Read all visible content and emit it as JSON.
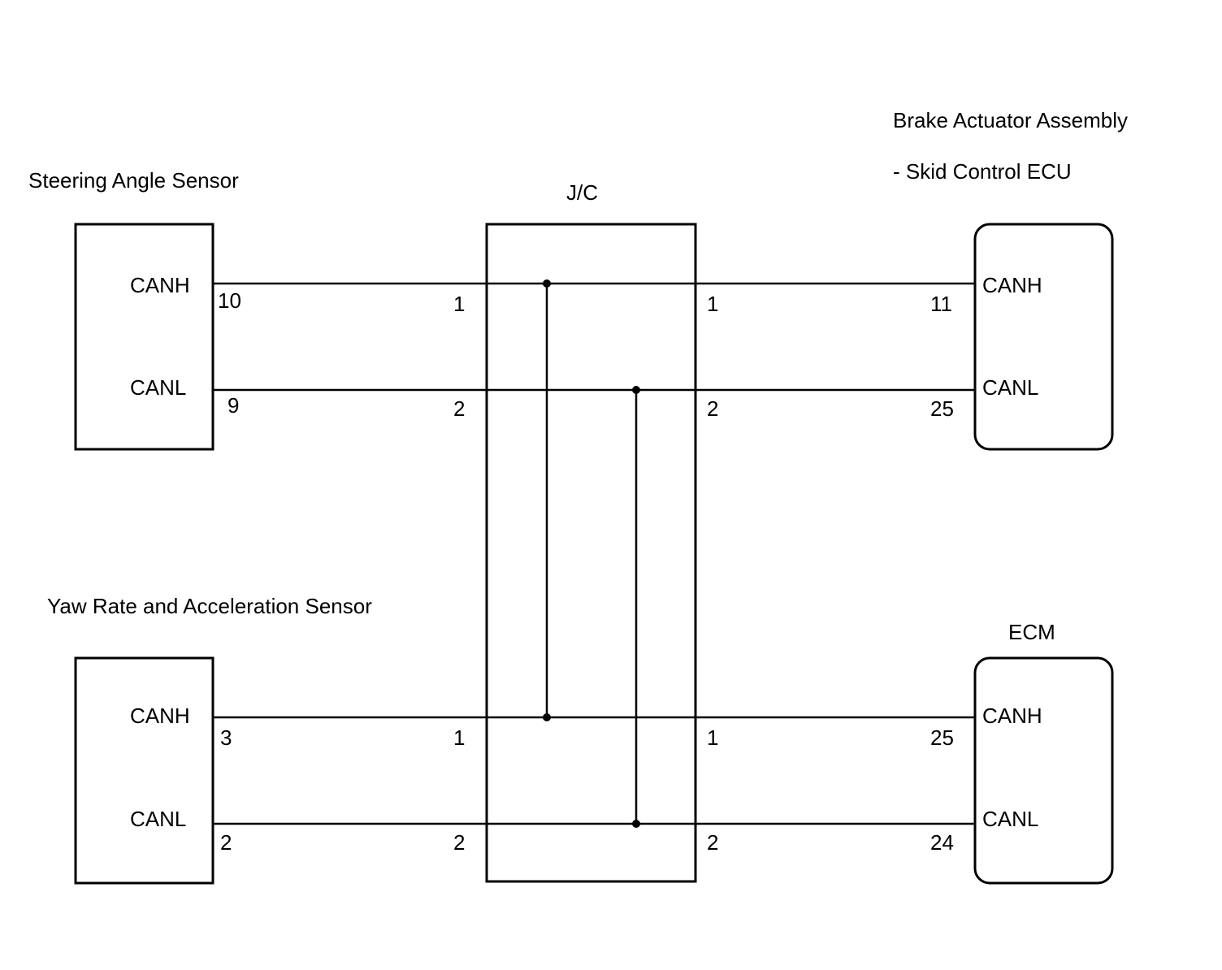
{
  "components": {
    "steering": {
      "title": "Steering Angle Sensor",
      "canh": "CANH",
      "canl": "CANL",
      "pin_canh": "10",
      "pin_canl": "9"
    },
    "yaw": {
      "title": "Yaw Rate and Acceleration Sensor",
      "canh": "CANH",
      "canl": "CANL",
      "pin_canh": "3",
      "pin_canl": "2"
    },
    "jc": {
      "title": "J/C",
      "left_top_canh": "1",
      "left_top_canl": "2",
      "right_top_canh": "1",
      "right_top_canl": "2",
      "left_bottom_canh": "1",
      "left_bottom_canl": "2",
      "right_bottom_canh": "1",
      "right_bottom_canl": "2"
    },
    "brake": {
      "title_line1": "Brake Actuator Assembly",
      "title_line2": "- Skid Control ECU",
      "canh": "CANH",
      "canl": "CANL",
      "pin_canh": "11",
      "pin_canl": "25"
    },
    "ecm": {
      "title": "ECM",
      "canh": "CANH",
      "canl": "CANL",
      "pin_canh": "25",
      "pin_canl": "24"
    }
  }
}
